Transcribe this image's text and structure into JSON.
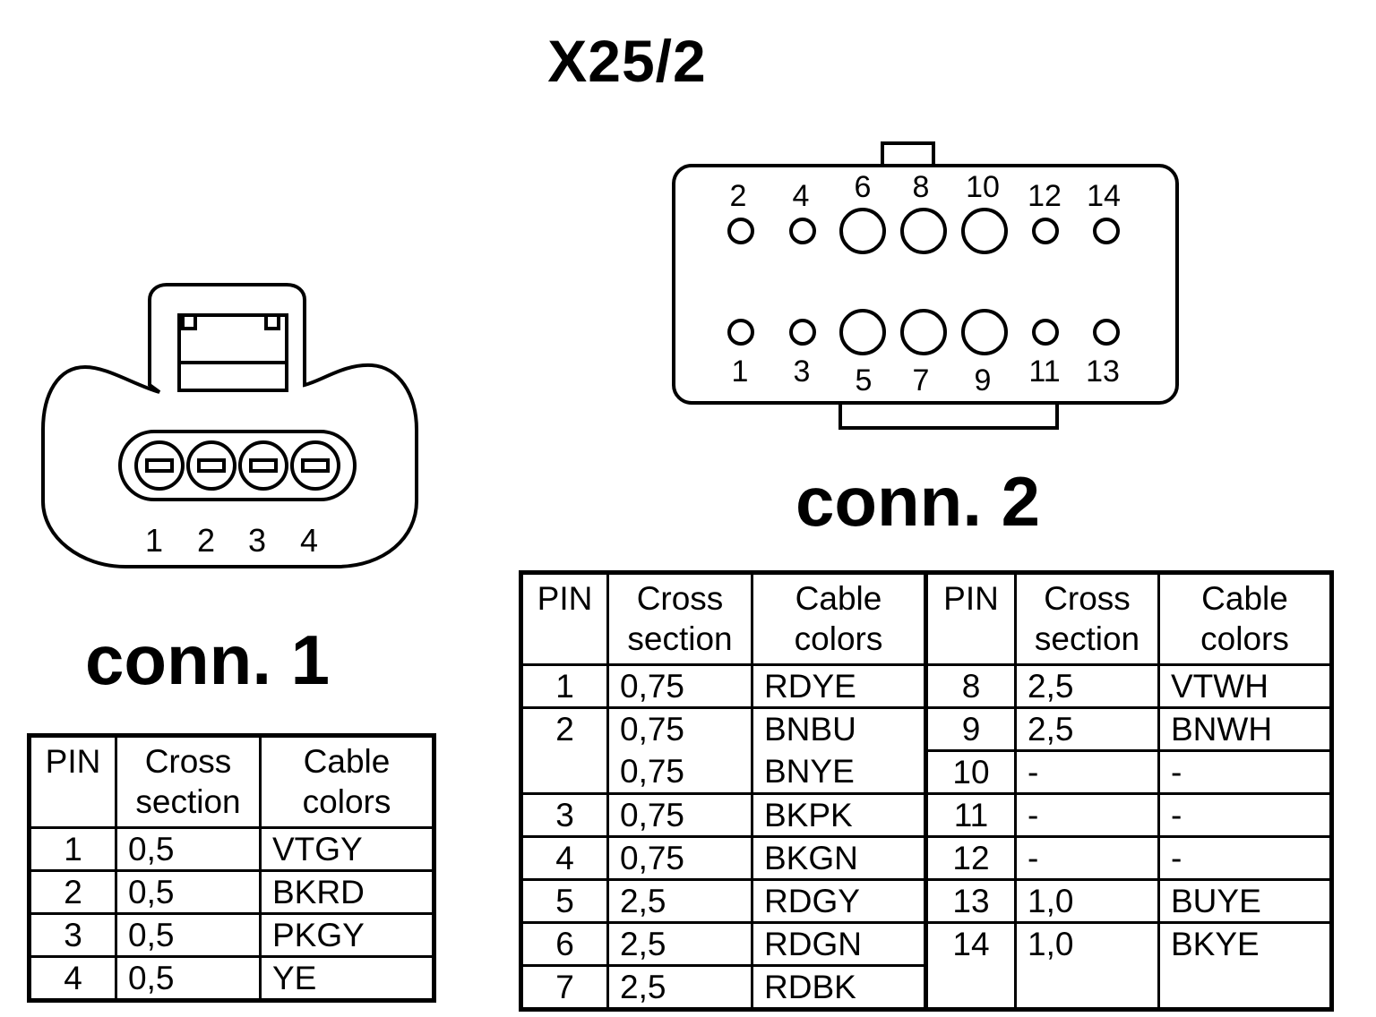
{
  "title": "X25/2",
  "connector1": {
    "label": "conn. 1",
    "pin_numbers": [
      "1",
      "2",
      "3",
      "4"
    ],
    "table": {
      "headers": {
        "pin": "PIN",
        "cross": "Cross section",
        "colors": "Cable colors"
      },
      "rows": [
        {
          "pin": "1",
          "cross": "0,5",
          "color": "VTGY"
        },
        {
          "pin": "2",
          "cross": "0,5",
          "color": "BKRD"
        },
        {
          "pin": "3",
          "cross": "0,5",
          "color": "PKGY"
        },
        {
          "pin": "4",
          "cross": "0,5",
          "color": "YE"
        }
      ]
    }
  },
  "connector2": {
    "label": "conn. 2",
    "top_pins": [
      "2",
      "4",
      "6",
      "8",
      "10",
      "12",
      "14"
    ],
    "bottom_pins": [
      "1",
      "3",
      "5",
      "7",
      "9",
      "11",
      "13"
    ],
    "table": {
      "headers": {
        "pin": "PIN",
        "cross": "Cross section",
        "colors": "Cable colors"
      },
      "left_rows": [
        {
          "pin": "1",
          "cross": "0,75",
          "color": "RDYE"
        },
        {
          "pin": "2",
          "cross": "0,75",
          "color": "BNBU",
          "cross2": "0,75",
          "color2": "BNYE"
        },
        {
          "pin": "3",
          "cross": "0,75",
          "color": "BKPK"
        },
        {
          "pin": "4",
          "cross": "0,75",
          "color": "BKGN"
        },
        {
          "pin": "5",
          "cross": "2,5",
          "color": "RDGY"
        },
        {
          "pin": "6",
          "cross": "2,5",
          "color": "RDGN"
        },
        {
          "pin": "7",
          "cross": "2,5",
          "color": "RDBK"
        }
      ],
      "right_rows": [
        {
          "pin": "8",
          "cross": "2,5",
          "color": "VTWH"
        },
        {
          "pin": "9",
          "cross": "2,5",
          "color": "BNWH"
        },
        {
          "pin": "10",
          "cross": "-",
          "color": "-"
        },
        {
          "pin": "11",
          "cross": "-",
          "color": "-"
        },
        {
          "pin": "12",
          "cross": "-",
          "color": "-"
        },
        {
          "pin": "13",
          "cross": "1,0",
          "color": "BUYE"
        },
        {
          "pin": "14",
          "cross": "1,0",
          "color": "BKYE"
        }
      ]
    }
  }
}
